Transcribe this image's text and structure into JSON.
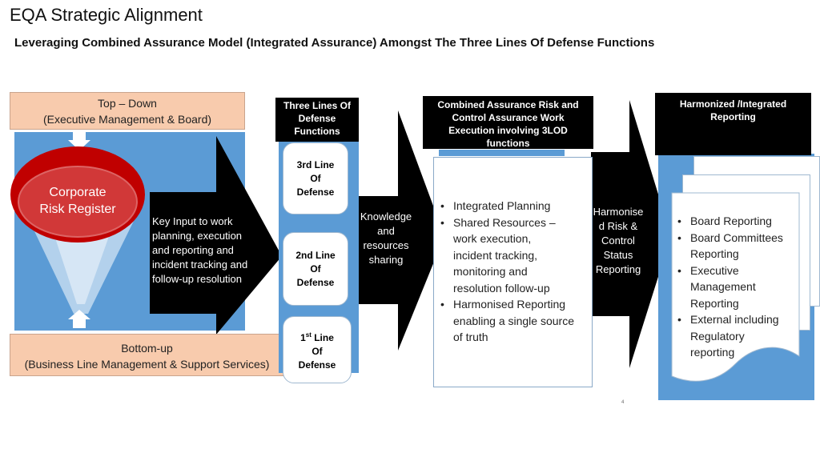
{
  "header": {
    "title": "EQA Strategic Alignment",
    "subtitle": "Leveraging Combined Assurance Model (Integrated Assurance) Amongst  The Three Lines Of Defense Functions"
  },
  "left_panel": {
    "top_down": [
      "Top – Down",
      "(Executive  Management & Board)"
    ],
    "register": [
      "Corporate",
      "Risk Register"
    ],
    "bottom_up": [
      "Bottom-up",
      "(Business Line Management & Support Services)"
    ]
  },
  "arrow1": {
    "text": [
      "Key Input to work",
      "planning, execution",
      "and reporting and",
      "incident tracking and",
      "follow-up resolution"
    ]
  },
  "lod": {
    "header": [
      "Three Lines Of",
      "Defense",
      "Functions"
    ],
    "third": [
      "3rd Line",
      "Of",
      "Defense"
    ],
    "second": [
      "2nd  Line",
      "Of",
      "Defense"
    ],
    "first": {
      "num": "1",
      "sup": "st",
      "rest": " Line",
      "of": "Of",
      "def": "Defense"
    }
  },
  "arrow2": {
    "text": [
      "Knowledge",
      "and",
      "resources",
      "sharing"
    ]
  },
  "combined": {
    "header": [
      "Combined Assurance Risk and",
      "Control Assurance Work",
      "Execution involving 3LOD",
      "functions"
    ],
    "items": [
      [
        "Integrated Planning"
      ],
      [
        "Shared Resources –",
        "work execution,",
        "incident tracking,",
        "monitoring and",
        "resolution follow-up"
      ],
      [
        "Harmonised Reporting",
        "enabling a single source",
        "of truth"
      ]
    ]
  },
  "arrow3": {
    "text": [
      "Harmonise",
      "d Risk &",
      "Control",
      "Status",
      "Reporting"
    ]
  },
  "harmonized": {
    "header": [
      "Harmonized /Integrated",
      "Reporting"
    ],
    "items": [
      [
        "Board Reporting"
      ],
      [
        "Board Committees",
        "Reporting"
      ],
      [
        "Executive",
        "Management",
        "Reporting"
      ],
      [
        "External  including",
        "Regulatory",
        "reporting"
      ]
    ]
  },
  "page_number": "4",
  "colors": {
    "blue": "#5b9bd5",
    "peach": "#f8cbad",
    "red": "#c00000",
    "black": "#000000"
  }
}
